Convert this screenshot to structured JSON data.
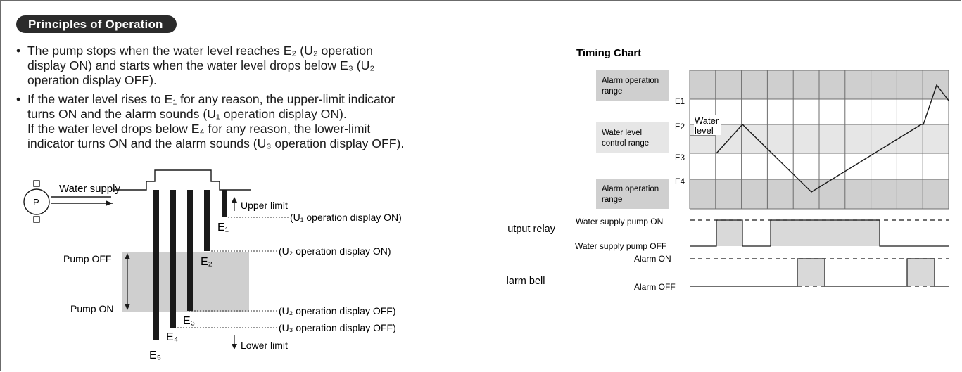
{
  "section": {
    "title": "Principles of Operation"
  },
  "bullets": [
    "The pump stops when the water level reaches E₂ (U₂ operation\ndisplay ON) and starts when the water level drops below E₃ (U₂\noperation display OFF).",
    "If the water level rises to E₁ for any reason, the upper-limit indicator\nturns ON and the alarm sounds (U₁ operation display ON).\nIf the water level drops below E₄ for any reason, the lower-limit\nindicator turns ON and the alarm sounds (U₃ operation display OFF)."
  ],
  "tank_diagram": {
    "pump_letter": "P",
    "water_supply": "Water supply",
    "upper_limit": "Upper limit",
    "lower_limit": "Lower limit",
    "pump_off": "Pump OFF",
    "pump_on": "Pump ON",
    "electrodes": [
      "E₁",
      "E₂",
      "E₃",
      "E₄",
      "E₅"
    ],
    "u1_on": "(U₁ operation display ON)",
    "u2_on": "(U₂ operation display ON)",
    "u2_off": "(U₂ operation display OFF)",
    "u3_off": "(U₃ operation display OFF)"
  },
  "timing_chart": {
    "title": "Timing Chart",
    "alarm_range_upper": [
      "Alarm operation",
      "range"
    ],
    "control_range": [
      "Water level",
      "control range"
    ],
    "alarm_range_lower": [
      "Alarm operation",
      "range"
    ],
    "levels": [
      "E1",
      "E2",
      "E3",
      "E4"
    ],
    "water_level_label": [
      "Water",
      "level"
    ],
    "output_relay": "Output relay",
    "pump_on_label": "Water supply pump ON",
    "pump_off_label": "Water supply pump OFF",
    "alarm_bell": "Alarm bell",
    "alarm_on": "Alarm ON",
    "alarm_off": "Alarm OFF",
    "colors": {
      "band": "#cfcfcf",
      "control_band": "#e6e6e6",
      "grid": "#6d6d6d",
      "pulse": "#d9d9d9"
    }
  }
}
